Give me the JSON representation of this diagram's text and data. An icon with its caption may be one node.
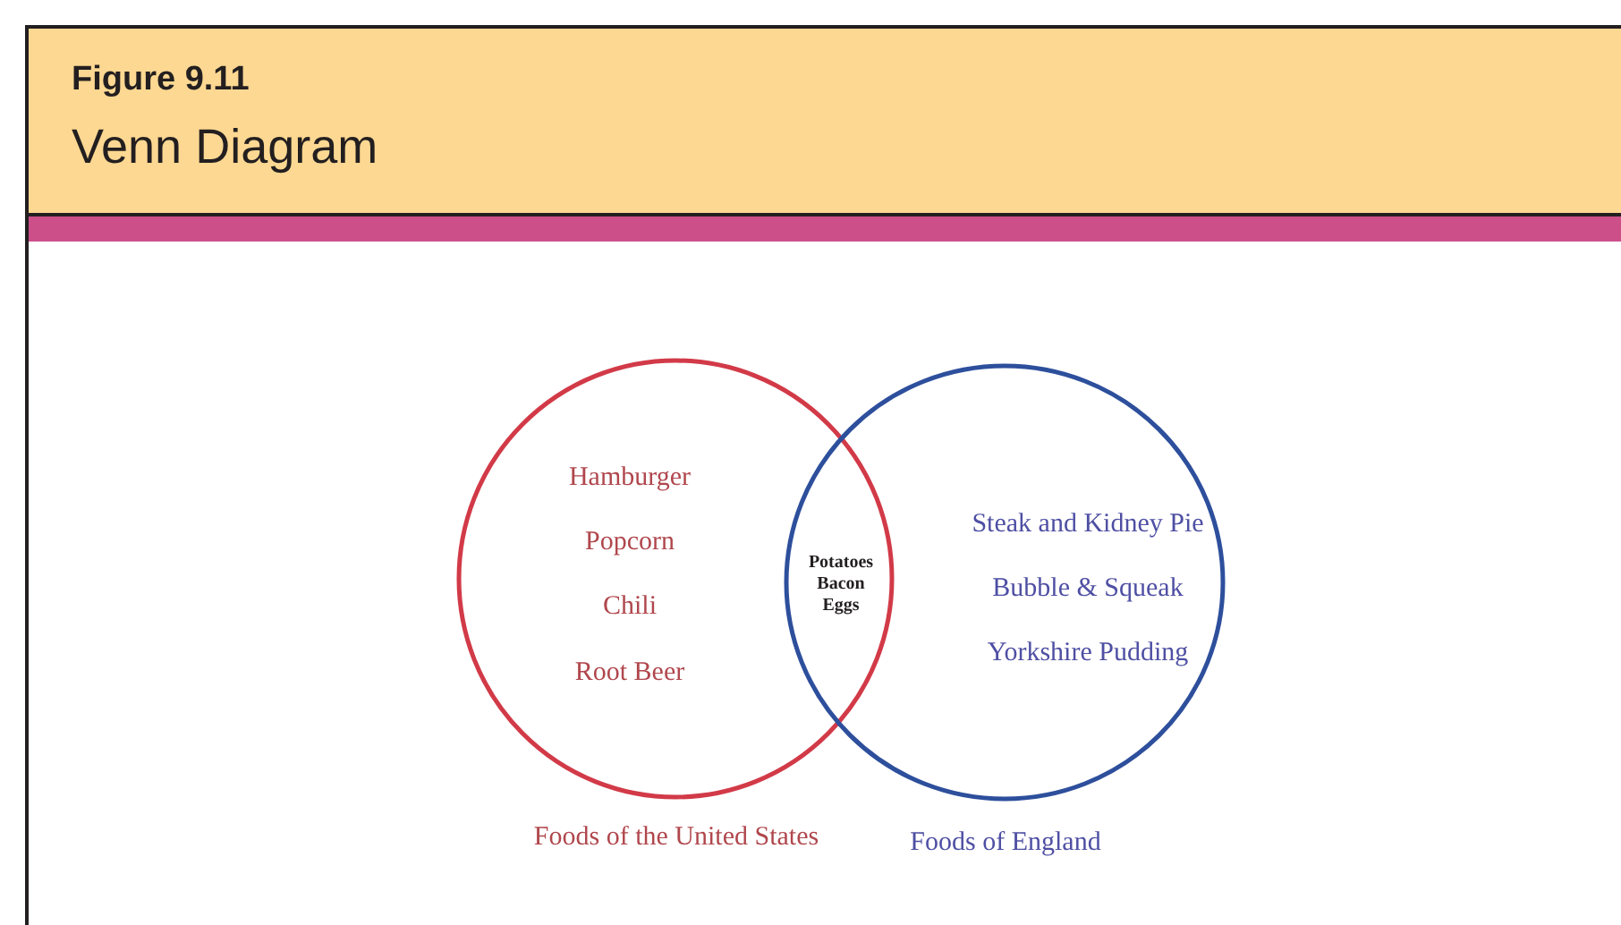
{
  "diagram": {
    "title": "Venn Diagram",
    "nodes": [
      {
        "text": [
          "Hamburger",
          "Popcorn",
          "Chili",
          "Root Beer",
          "Foods of the United States"
        ]
      },
      {
        "text": [
          "Steak and Kidney Pie",
          "Bubble & Squeak",
          "Yorkshire Pudding",
          "Foods of England"
        ]
      }
    ],
    "labels": [
      "Figure 9.11",
      "Potatoes",
      "Bacon",
      "Eggs"
    ]
  }
}
